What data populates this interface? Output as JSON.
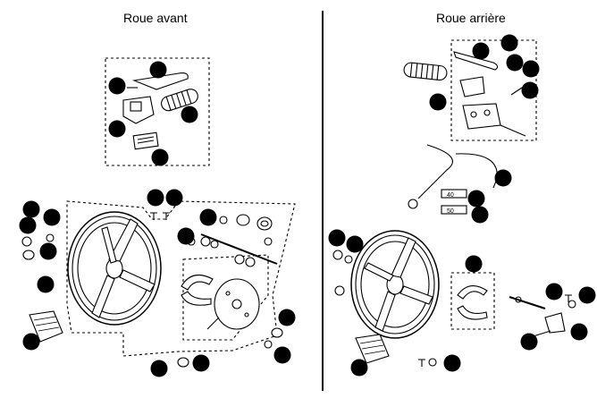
{
  "titles": {
    "front": "Roue avant",
    "rear": "Roue arrière"
  },
  "tags": {
    "rear_cable_a": "40",
    "rear_cable_b": "50"
  },
  "colors": {
    "ink": "#000000",
    "paper": "#ffffff"
  }
}
